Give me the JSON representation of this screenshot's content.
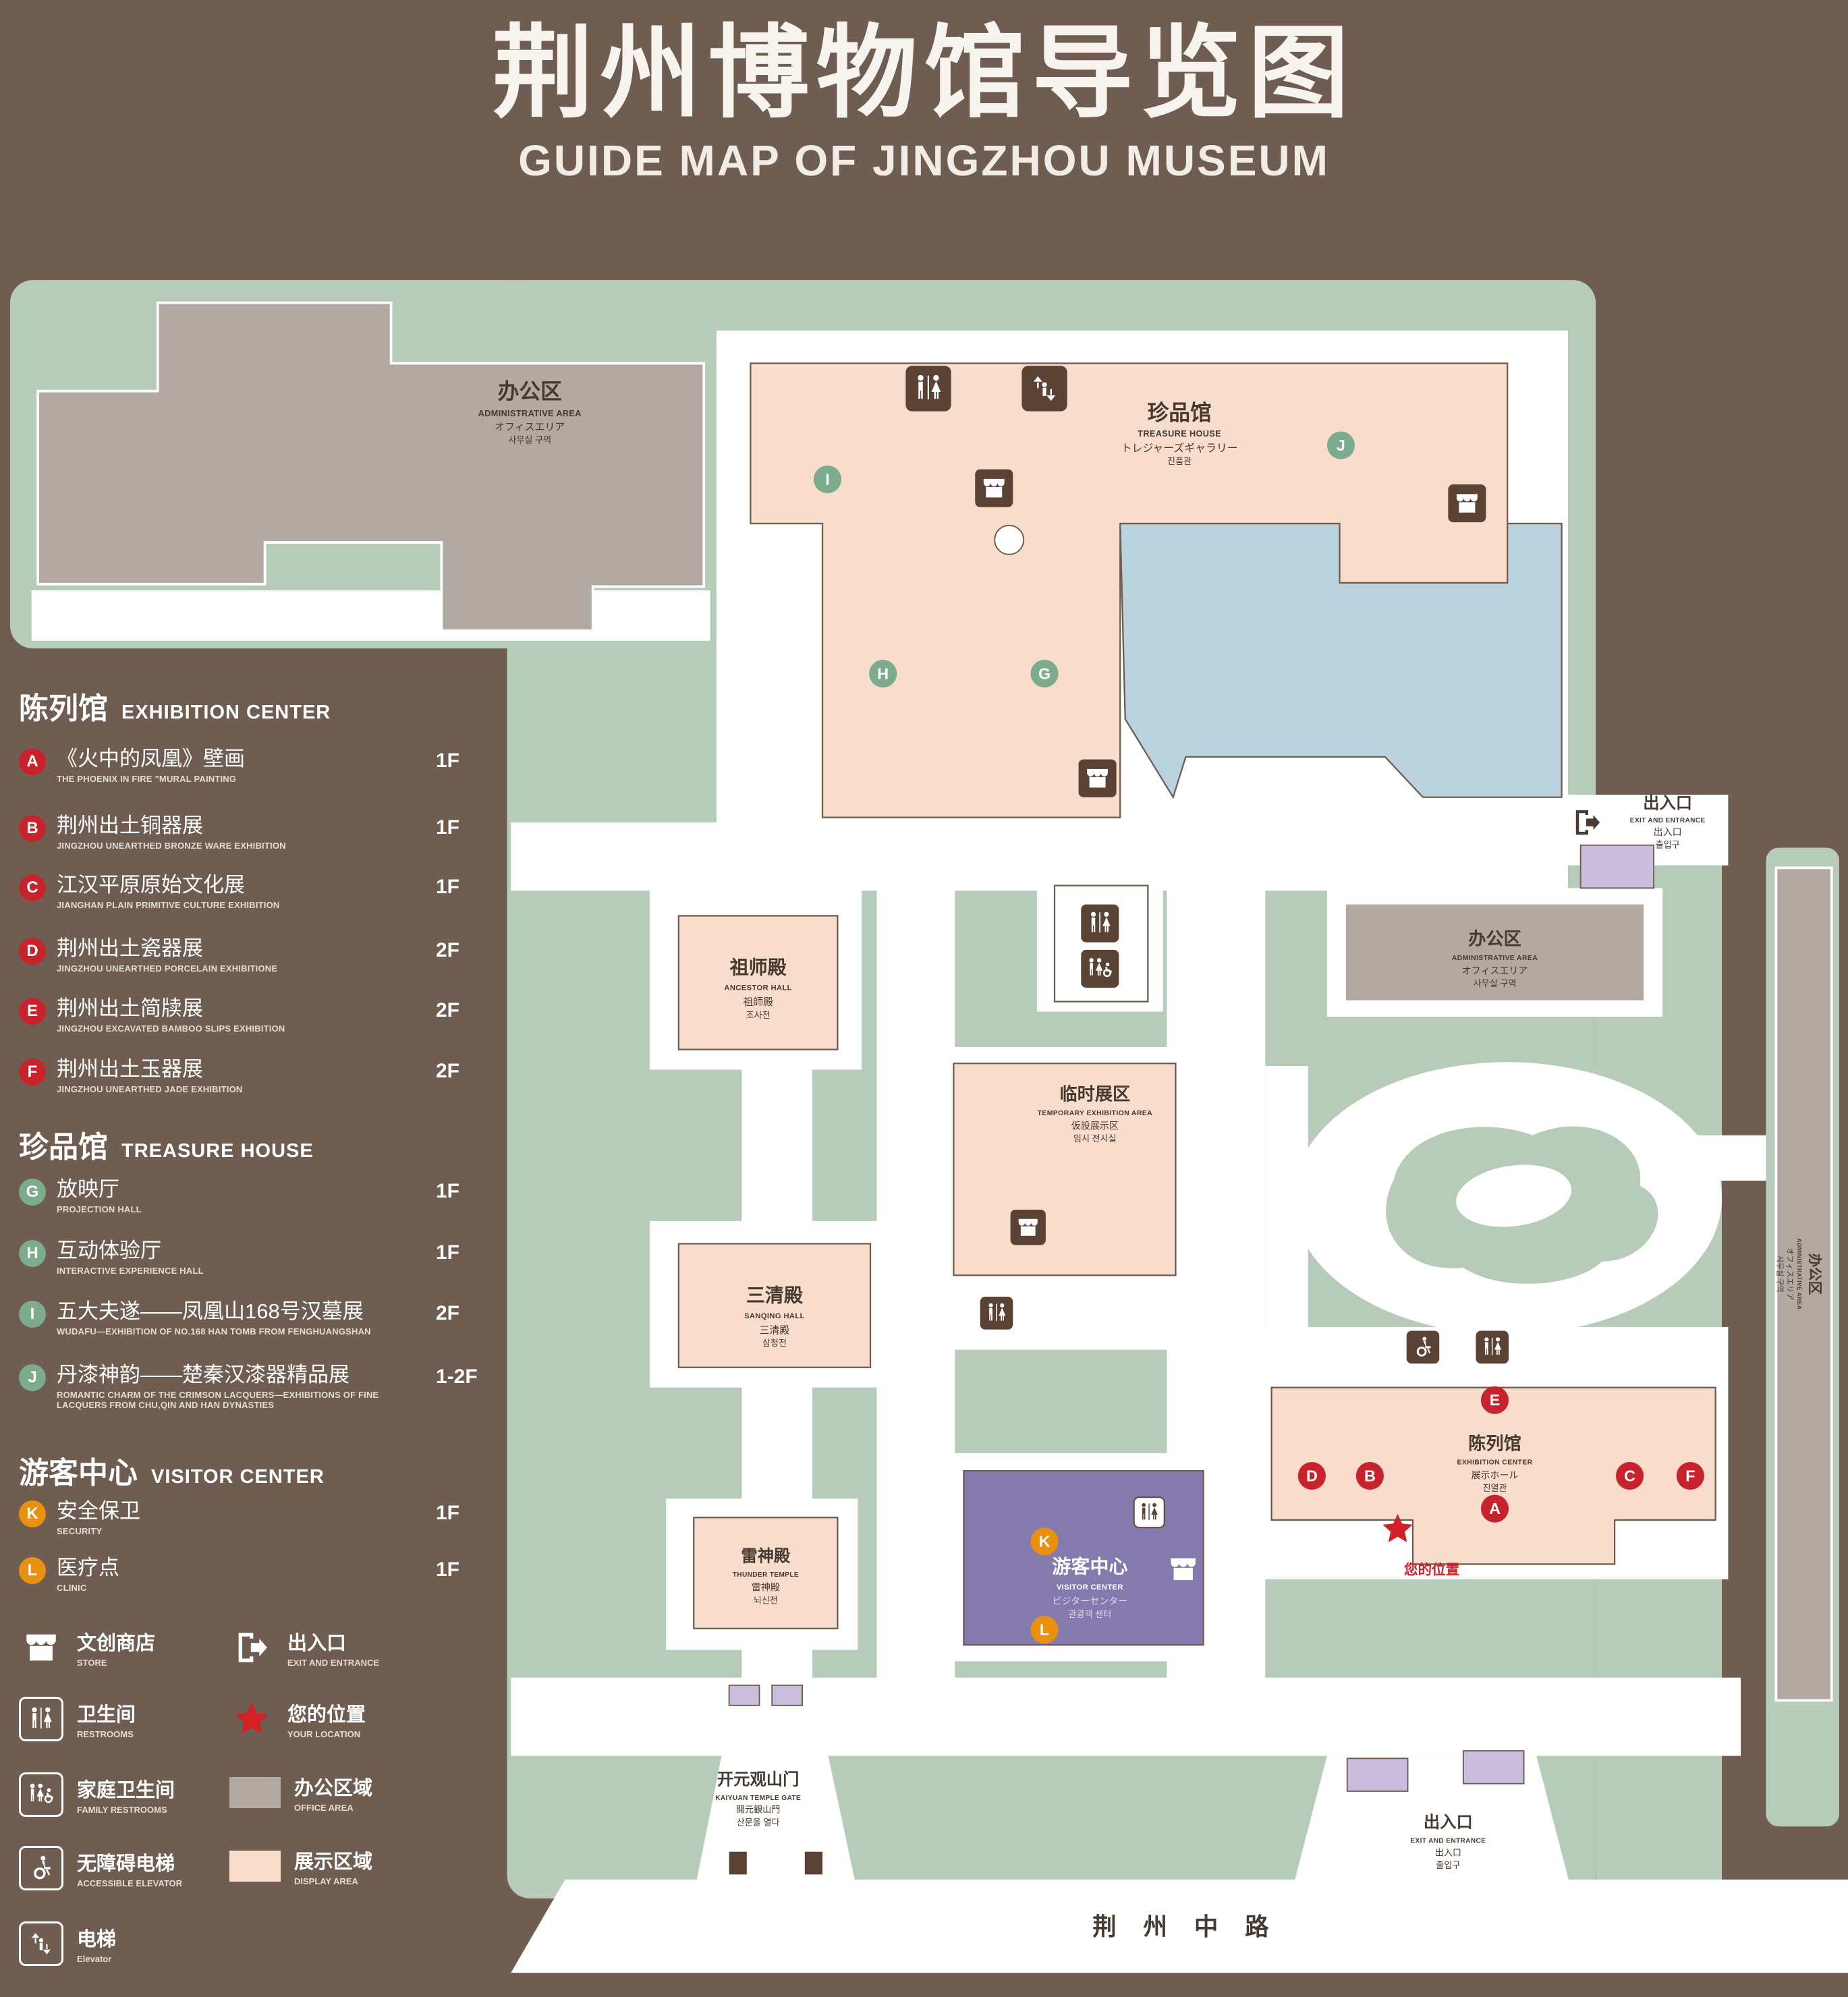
{
  "header": {
    "title": "荆州博物馆导览图",
    "subtitle": "GUIDE MAP OF JINGZHOU MUSEUM"
  },
  "colors": {
    "background": "#6e5d50",
    "map_green": "#b7cbb9",
    "display_area": "#f8ddcc",
    "office_area": "#b2a9a3",
    "water": "#b9d2dd",
    "visitor_purple": "#857aae",
    "entrance_purple": "#c9bedd",
    "marker_red": "#c8232c",
    "marker_green": "#7cab8e",
    "marker_orange": "#e9900e",
    "location_red": "#d41f26"
  },
  "sidebar": {
    "sections": [
      {
        "cn": "陈列馆",
        "en": "EXHIBITION CENTER",
        "items": [
          {
            "letter": "A",
            "cn": "《火中的凤凰》壁画",
            "en": "THE PHOENIX IN FIRE \"MURAL PAINTING",
            "floor": "1F"
          },
          {
            "letter": "B",
            "cn": "荆州出土铜器展",
            "en": "JINGZHOU UNEARTHED BRONZE WARE EXHIBITION",
            "floor": "1F"
          },
          {
            "letter": "C",
            "cn": "江汉平原原始文化展",
            "en": "JIANGHAN PLAIN PRIMITIVE CULTURE EXHIBITION",
            "floor": "1F"
          },
          {
            "letter": "D",
            "cn": "荆州出土瓷器展",
            "en": "JINGZHOU UNEARTHED PORCELAIN EXHIBITIONE",
            "floor": "2F"
          },
          {
            "letter": "E",
            "cn": "荆州出土简牍展",
            "en": "JINGZHOU EXCAVATED BAMBOO SLIPS EXHIBITION",
            "floor": "2F"
          },
          {
            "letter": "F",
            "cn": "荆州出土玉器展",
            "en": "JINGZHOU UNEARTHED JADE EXHIBITION",
            "floor": "2F"
          }
        ]
      },
      {
        "cn": "珍品馆",
        "en": "TREASURE HOUSE",
        "items": [
          {
            "letter": "G",
            "cn": "放映厅",
            "en": "PROJECTION HALL",
            "floor": "1F"
          },
          {
            "letter": "H",
            "cn": "互动体验厅",
            "en": "INTERACTIVE EXPERIENCE HALL",
            "floor": "1F"
          },
          {
            "letter": "I",
            "cn": "五大夫遂——凤凰山168号汉墓展",
            "en": "WUDAFU—EXHIBITION OF NO.168 HAN TOMB FROM FENGHUANGSHAN",
            "floor": "2F"
          },
          {
            "letter": "J",
            "cn": "丹漆神韵——楚秦汉漆器精品展",
            "en": "ROMANTIC CHARM OF THE CRIMSON LACQUERS—EXHIBITIONS OF FINE LACQUERS FROM CHU,QIN AND HAN DYNASTIES",
            "floor": "1-2F"
          }
        ]
      },
      {
        "cn": "游客中心",
        "en": "VISITOR CENTER",
        "items": [
          {
            "letter": "K",
            "cn": "安全保卫",
            "en": "SECURITY",
            "floor": "1F"
          },
          {
            "letter": "L",
            "cn": "医疗点",
            "en": "CLINIC",
            "floor": "1F"
          }
        ]
      }
    ]
  },
  "icon_legend": {
    "col1": [
      {
        "icon": "store-icon",
        "cn": "文创商店",
        "en": "STORE"
      },
      {
        "icon": "restroom-icon",
        "cn": "卫生间",
        "en": "RESTROOMS"
      },
      {
        "icon": "family-restroom-icon",
        "cn": "家庭卫生间",
        "en": "FAMILY RESTROOMS"
      },
      {
        "icon": "accessible-elevator-icon",
        "cn": "无障碍电梯",
        "en": "ACCESSIBLE ELEVATOR"
      },
      {
        "icon": "elevator-icon",
        "cn": "电梯",
        "en": "Elevator"
      }
    ],
    "col2": [
      {
        "icon": "exit-icon",
        "cn": "出入口",
        "en": "EXIT AND ENTRANCE"
      },
      {
        "icon": "location-star-icon",
        "cn": "您的位置",
        "en": "YOUR LOCATION"
      },
      {
        "icon": "office-swatch",
        "cn": "办公区域",
        "en": "OFFICE AREA"
      },
      {
        "icon": "display-swatch",
        "cn": "展示区域",
        "en": "DISPLAY AREA"
      }
    ]
  },
  "map": {
    "labels": {
      "admin_tl": {
        "cn": "办公区",
        "en": "ADMINISTRATIVE AREA",
        "jp": "オフィスエリア",
        "kr": "사무실 구역"
      },
      "treasure": {
        "cn": "珍品馆",
        "en": "TREASURE HOUSE",
        "jp": "トレジャーズギャラリー",
        "kr": "진품관"
      },
      "exit_right": {
        "cn": "出入口",
        "en": "EXIT AND ENTRANCE",
        "jp": "出入口",
        "kr": "출입구"
      },
      "ancestor": {
        "cn": "祖师殿",
        "en": "ANCESTOR HALL",
        "jp": "祖師殿",
        "kr": "조사전"
      },
      "admin_right": {
        "cn": "办公区",
        "en": "ADMINISTRATIVE AREA",
        "jp": "オフィスエリア",
        "kr": "사무실 구역"
      },
      "temp": {
        "cn": "临时展区",
        "en": "TEMPORARY EXHIBITION AREA",
        "jp": "仮設展示区",
        "kr": "임시 전시실"
      },
      "sanqing": {
        "cn": "三清殿",
        "en": "SANQING HALL",
        "jp": "三清殿",
        "kr": "삼청전"
      },
      "thunder": {
        "cn": "雷神殿",
        "en": "THUNDER TEMPLE",
        "jp": "雷神殿",
        "kr": "뇌신전"
      },
      "visitor": {
        "cn": "游客中心",
        "en": "VISITOR CENTER",
        "jp": "ビジターセンター",
        "kr": "관광객 센터"
      },
      "exhibition": {
        "cn": "陈列馆",
        "en": "EXHIBITION CENTER",
        "jp": "展示ホール",
        "kr": "진열관"
      },
      "your_location": {
        "cn": "您的位置"
      },
      "gate": {
        "cn": "开元观山门",
        "en": "KAIYUAN TEMPLE GATE",
        "jp": "開元観山門",
        "kr": "산문을 열다"
      },
      "exit_bottom": {
        "cn": "出入口",
        "en": "EXIT AND ENTRANCE",
        "jp": "出入口",
        "kr": "출입구"
      },
      "road": {
        "cn": "荆 州 中 路"
      },
      "admin_strip": {
        "cn": "办公区",
        "en": "ADMINISTRATIVE AREA",
        "jp": "オフィスエリア",
        "kr": "사무실 구역"
      }
    },
    "markers": [
      {
        "letter": "A"
      },
      {
        "letter": "B"
      },
      {
        "letter": "C"
      },
      {
        "letter": "D"
      },
      {
        "letter": "E"
      },
      {
        "letter": "F"
      },
      {
        "letter": "G"
      },
      {
        "letter": "H"
      },
      {
        "letter": "I"
      },
      {
        "letter": "J"
      },
      {
        "letter": "K"
      },
      {
        "letter": "L"
      }
    ]
  }
}
